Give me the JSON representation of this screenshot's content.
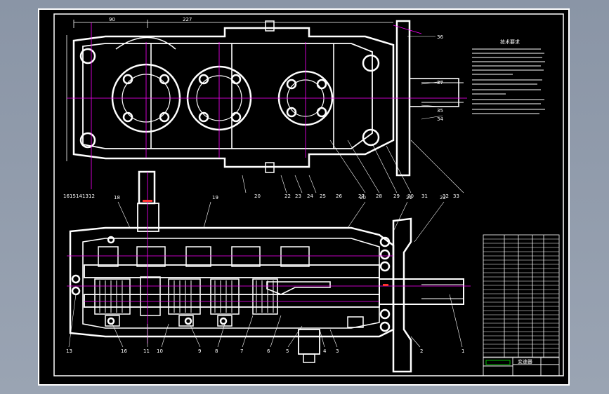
{
  "colors": {
    "background": "#8a95a6",
    "sheet": "#000000",
    "line": "#ffffff",
    "center_line": "#ff00ff",
    "accent_red": "#ff3030",
    "title_green": "#00c000"
  },
  "top_view": {
    "dimensions": [
      "90",
      "227"
    ],
    "callouts": [
      "16",
      "15",
      "14",
      "13",
      "12",
      "20",
      "22",
      "23",
      "24",
      "25",
      "26",
      "27",
      "28",
      "29",
      "30",
      "31",
      "32",
      "33",
      "34",
      "35",
      "36",
      "37"
    ]
  },
  "side_view": {
    "callouts": [
      "18",
      "19",
      "20",
      "21",
      "22",
      "13",
      "16",
      "11",
      "10",
      "9",
      "8",
      "7",
      "6",
      "5",
      "4",
      "3",
      "2",
      "1"
    ]
  },
  "notes": {
    "title": "技术要求"
  },
  "title_block": {
    "name": "变速器"
  }
}
